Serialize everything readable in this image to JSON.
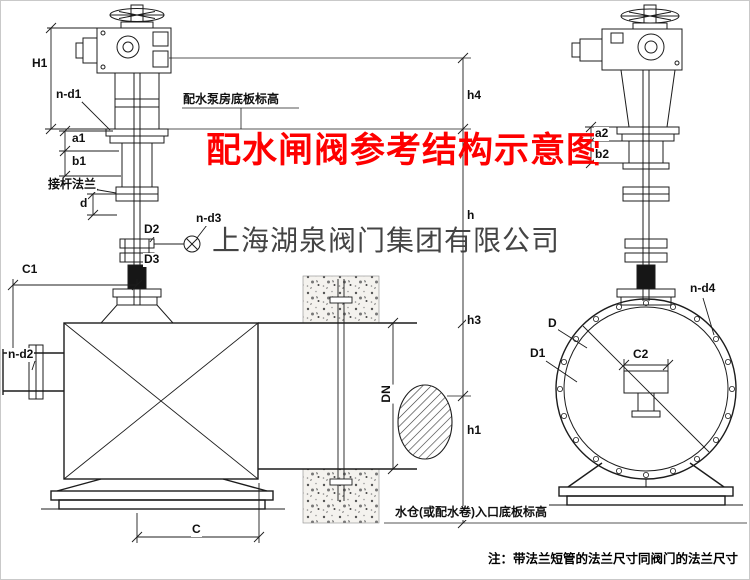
{
  "title": {
    "text": "配水闸阀参考结构示意图",
    "color": "#fe0000"
  },
  "watermark": {
    "text": "上海湖泉阀门集团有限公司"
  },
  "footnote": {
    "text": "注：带法兰短管的法兰尺寸同阀门的法兰尺寸"
  },
  "front_view": {
    "dim_H1": "H1",
    "dim_n_d1": "n-d1",
    "floor_label": "配水泵房底板标高",
    "dim_a1": "a1",
    "dim_b1": "b1",
    "rod_flange_label": "接杆法兰",
    "dim_d": "d",
    "dim_D2": "D2",
    "dim_n_d3": "n-d3",
    "dim_D3": "D3",
    "dim_C1": "C1",
    "dim_n_d2": "n-d2",
    "dim_C": "C"
  },
  "elevation": {
    "dim_h4": "h4",
    "dim_h": "h",
    "dim_h3": "h3",
    "dim_DN": "DN",
    "dim_h1": "h1",
    "inlet_label": "水仓(或配水卷)入口底板标高"
  },
  "side_view": {
    "dim_a2": "a2",
    "dim_b2": "b2",
    "dim_n_d4": "n-d4",
    "dim_D": "D",
    "dim_D1": "D1",
    "dim_C2": "C2"
  }
}
